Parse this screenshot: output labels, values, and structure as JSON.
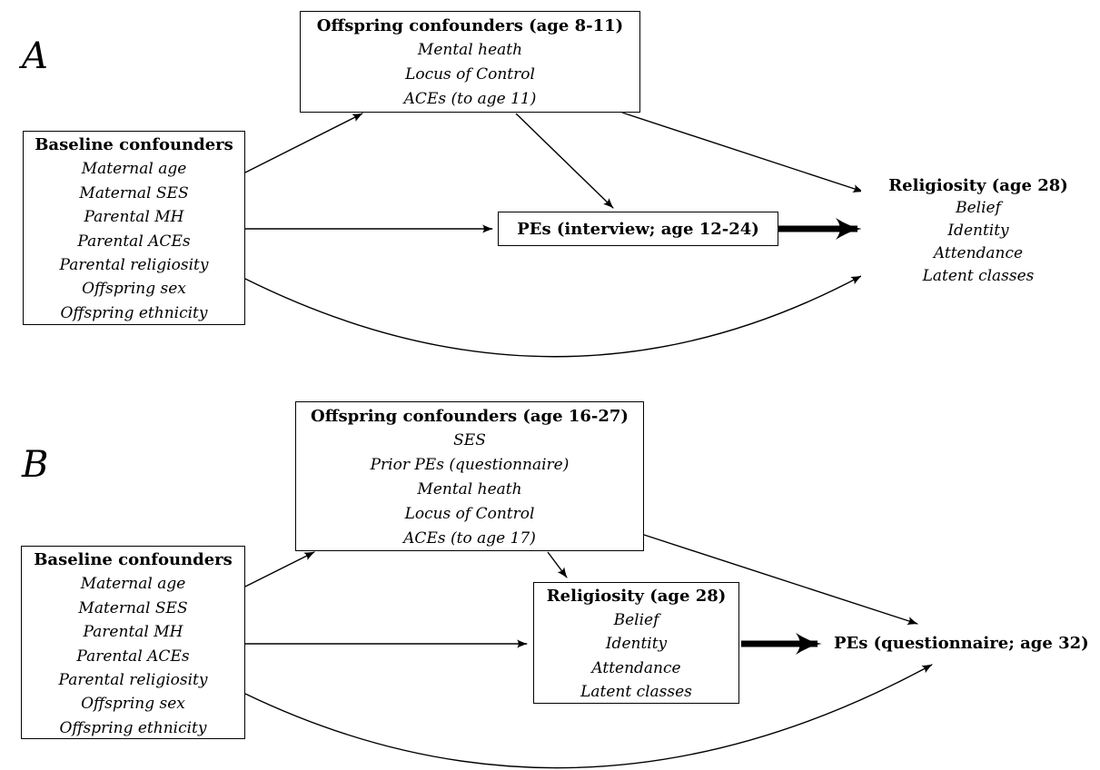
{
  "figure": {
    "description": "Two-panel directed acyclic graph (DAG) of religiosity and psychotic experiences (PEs)"
  },
  "colors": {
    "ink": "#000000",
    "background": "#ffffff"
  },
  "panels": {
    "a": {
      "label": "A",
      "offspring": {
        "title": "Offspring confounders (age 8-11)",
        "items": [
          "Mental heath",
          "Locus of Control",
          "ACEs (to age 11)"
        ]
      },
      "baseline": {
        "title": "Baseline confounders",
        "items": [
          "Maternal age",
          "Maternal SES",
          "Parental MH",
          "Parental ACEs",
          "Parental religiosity",
          "Offspring sex",
          "Offspring ethnicity"
        ]
      },
      "pe": {
        "title": "PEs (interview; age 12-24)"
      },
      "religiosity": {
        "title": "Religiosity (age 28)",
        "items": [
          "Belief",
          "Identity",
          "Attendance",
          "Latent classes"
        ]
      },
      "edges": [
        {
          "from": "Baseline confounders",
          "to": "Offspring confounders",
          "style": "thin"
        },
        {
          "from": "Baseline confounders",
          "to": "PEs (interview; age 12-24)",
          "style": "thin"
        },
        {
          "from": "Baseline confounders",
          "to": "Religiosity (age 28)",
          "style": "thin-curved"
        },
        {
          "from": "Offspring confounders",
          "to": "PEs (interview; age 12-24)",
          "style": "thin"
        },
        {
          "from": "Offspring confounders",
          "to": "Religiosity (age 28)",
          "style": "thin"
        },
        {
          "from": "PEs (interview; age 12-24)",
          "to": "Religiosity (age 28)",
          "style": "thick"
        }
      ]
    },
    "b": {
      "label": "B",
      "offspring": {
        "title": "Offspring confounders (age 16-27)",
        "items": [
          "SES",
          "Prior PEs (questionnaire)",
          "Mental heath",
          "Locus of Control",
          "ACEs (to age 17)"
        ]
      },
      "baseline": {
        "title": "Baseline confounders",
        "items": [
          "Maternal age",
          "Maternal SES",
          "Parental MH",
          "Parental ACEs",
          "Parental religiosity",
          "Offspring sex",
          "Offspring ethnicity"
        ]
      },
      "religiosity": {
        "title": "Religiosity (age 28)",
        "items": [
          "Belief",
          "Identity",
          "Attendance",
          "Latent classes"
        ]
      },
      "pe": {
        "title": "PEs (questionnaire; age 32)"
      },
      "edges": [
        {
          "from": "Baseline confounders",
          "to": "Offspring confounders",
          "style": "thin"
        },
        {
          "from": "Baseline confounders",
          "to": "Religiosity (age 28)",
          "style": "thin"
        },
        {
          "from": "Baseline confounders",
          "to": "PEs (questionnaire; age 32)",
          "style": "thin-curved"
        },
        {
          "from": "Offspring confounders",
          "to": "Religiosity (age 28)",
          "style": "thin"
        },
        {
          "from": "Offspring confounders",
          "to": "PEs (questionnaire; age 32)",
          "style": "thin"
        },
        {
          "from": "Religiosity (age 28)",
          "to": "PEs (questionnaire; age 32)",
          "style": "thick"
        }
      ]
    }
  }
}
